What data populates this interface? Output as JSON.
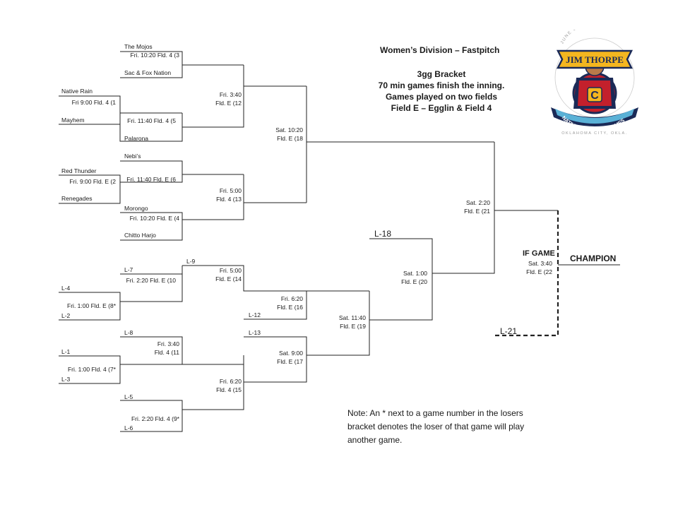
{
  "header": {
    "title": "Women’s Division – Fastpitch",
    "info_lines": [
      "3gg Bracket",
      "70 min games finish the inning.",
      "Games played on two fields",
      "Field E – Egglin   &   Field 4"
    ]
  },
  "logo": {
    "top_arc": "JUNE 30-27, 2018",
    "banner": "JIM THORPE",
    "ribbon": "NATIVE AMERICAN GAMES",
    "bottom_arc": "OKLAHOMA CITY, OKLA.",
    "letter": "C"
  },
  "teams": {
    "t1": "The Mojos",
    "t2": "Sac & Fox Nation",
    "t3": "Native Rain",
    "t4": "Mayhem",
    "t5": "Palarona",
    "t6": "Nebi’s",
    "t7": "Red Thunder",
    "t8": "Renegades",
    "t9": "Morongo",
    "t10": "Chitto  Harjo"
  },
  "losers": {
    "l9": "L-9",
    "l7": "L-7",
    "l4": "L-4",
    "l2": "L-2",
    "l12": "L-12",
    "l8": "L-8",
    "l13": "L-13",
    "l1": "L-1",
    "l3": "L-3",
    "l5": "L-5",
    "l6": "L-6",
    "l18": "L-18",
    "l21": "L-21"
  },
  "games": {
    "g3": [
      "Fri. 10:20 Fld. 4 (3"
    ],
    "g1": [
      "Fri 9:00 Fld. 4  (1"
    ],
    "g5": [
      "Fri. 11:40 Fld. 4  (5"
    ],
    "g12": [
      "Fri. 3:40",
      "Fld. E  (12"
    ],
    "g18": [
      "Sat. 10:20",
      "Fld. E  (18"
    ],
    "g6": [
      "Fri. 11:40 Fld. E (6"
    ],
    "g2": [
      "Fri. 9:00 Fld. E  (2"
    ],
    "g13": [
      "Fri. 5:00",
      "Fld. 4 (13"
    ],
    "g4": [
      "Fri. 10:20 Fld. E (4"
    ],
    "g21": [
      "Sat. 2:20",
      "Fld. E  (21"
    ],
    "g10": [
      "Fri. 2:20 Fld.  E  (10"
    ],
    "g14": [
      "Fri. 5:00",
      "Fld. E (14"
    ],
    "g8": [
      "Fri. 1:00 Fld. E  (8*"
    ],
    "g16": [
      "Fri. 6:20",
      "Fld. E  (16"
    ],
    "g19": [
      "Sat. 11:40",
      "Fld. E  (19"
    ],
    "g20": [
      "Sat. 1:00",
      "Fld. E  (20"
    ],
    "g11": [
      "Fri. 3:40",
      "Fld. 4 (11"
    ],
    "g7": [
      "Fri. 1:00 Fld. 4  (7*"
    ],
    "g17": [
      "Sat. 9:00",
      "Fld. E  (17"
    ],
    "g15": [
      "Fri. 6:20",
      "Fld. 4 (15"
    ],
    "g9": [
      "Fri. 2:20 Fld.  4 (9*"
    ],
    "g22": [
      "Sat. 3:40",
      "Fld. E  (22"
    ]
  },
  "if_game": "IF GAME",
  "champion": "CHAMPION",
  "note": "Note:  An * next to a game number in the losers bracket denotes the loser of that game will play another game."
}
